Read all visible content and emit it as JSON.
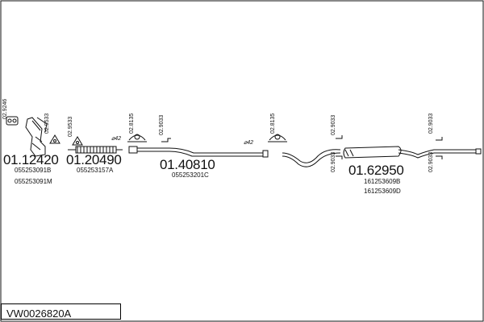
{
  "reference": "VW0026820A",
  "parts": [
    {
      "part_no": "01.12420",
      "oem": [
        "055253091B",
        "055253091M"
      ]
    },
    {
      "part_no": "01.20490",
      "oem": [
        "055253157A"
      ]
    },
    {
      "part_no": "01.40810",
      "oem": [
        "055253201C"
      ]
    },
    {
      "part_no": "01.62950",
      "oem": [
        "161253609B",
        "161253609D"
      ]
    }
  ],
  "accessory_codes": {
    "c1": "02.9246",
    "c2": "02.9533",
    "c3": "02.9533",
    "c4": "02.8135",
    "c5": "02.9033",
    "c6": "02.8135",
    "c7": "02.9033",
    "c8": "02.9033",
    "c9": "02.9033",
    "c10": "02.9033"
  },
  "diameters": {
    "d1": "⌀42",
    "d2": "⌀42"
  },
  "colors": {
    "line": "#111111",
    "background": "#ffffff"
  }
}
